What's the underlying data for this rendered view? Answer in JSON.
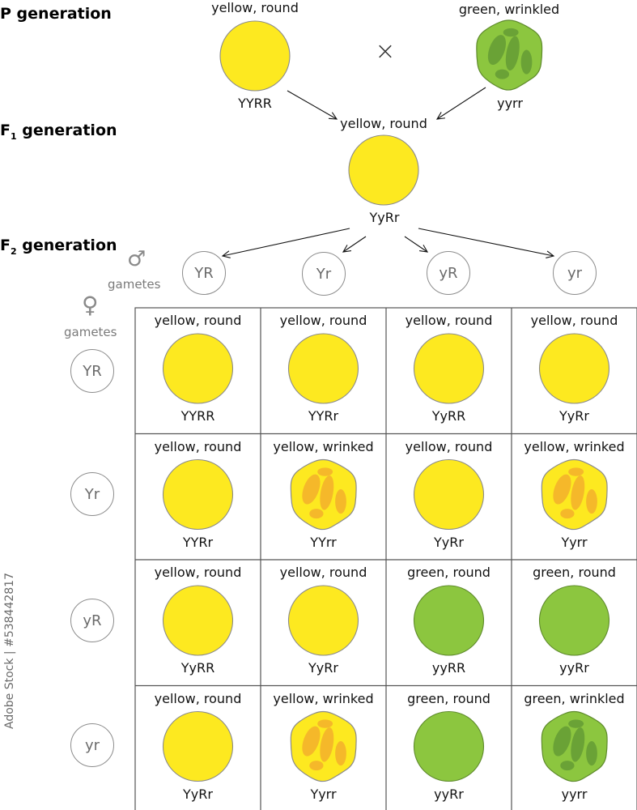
{
  "colors": {
    "yellow": "#fde920",
    "yellow_outline": "#8a8a8a",
    "green": "#8cc63f",
    "green_outline": "#5e8a2c",
    "wrinkled_yellow_spots": "#f5b82a",
    "wrinkled_green_spots": "#6aa236",
    "grid_line": "#555555",
    "gamete_circle": "#8c8c8c"
  },
  "generations": {
    "p": {
      "prefix": "P",
      "suffix": " generation"
    },
    "f1": {
      "prefix": "F",
      "sub": "1",
      "suffix": " generation"
    },
    "f2": {
      "prefix": "F",
      "sub": "2",
      "suffix": " generation"
    }
  },
  "parents": {
    "left": {
      "phenotype": "yellow, round",
      "genotype": "YYRR",
      "color": "yellow",
      "shape": "round"
    },
    "right": {
      "phenotype": "green, wrinkled",
      "genotype": "yyrr",
      "color": "green",
      "shape": "wrinkled"
    },
    "cross_symbol": "×"
  },
  "f1": {
    "phenotype": "yellow, round",
    "genotype": "YyRr",
    "color": "yellow",
    "shape": "round"
  },
  "gametes": {
    "male_symbol": "♂",
    "female_symbol": "♀",
    "male_caption": "gametes",
    "female_caption": "gametes",
    "male": [
      "YR",
      "Yr",
      "yR",
      "yr"
    ],
    "female": [
      "YR",
      "Yr",
      "yR",
      "yr"
    ]
  },
  "punnett": [
    [
      {
        "phenotype": "yellow, round",
        "genotype": "YYRR",
        "color": "yellow",
        "shape": "round"
      },
      {
        "phenotype": "yellow, round",
        "genotype": "YYRr",
        "color": "yellow",
        "shape": "round"
      },
      {
        "phenotype": "yellow, round",
        "genotype": "YyRR",
        "color": "yellow",
        "shape": "round"
      },
      {
        "phenotype": "yellow, round",
        "genotype": "YyRr",
        "color": "yellow",
        "shape": "round"
      }
    ],
    [
      {
        "phenotype": "yellow, round",
        "genotype": "YYRr",
        "color": "yellow",
        "shape": "round"
      },
      {
        "phenotype": "yellow, wrinked",
        "genotype": "YYrr",
        "color": "yellow",
        "shape": "wrinkled"
      },
      {
        "phenotype": "yellow, round",
        "genotype": "YyRr",
        "color": "yellow",
        "shape": "round"
      },
      {
        "phenotype": "yellow, wrinked",
        "genotype": "Yyrr",
        "color": "yellow",
        "shape": "wrinkled"
      }
    ],
    [
      {
        "phenotype": "yellow, round",
        "genotype": "YyRR",
        "color": "yellow",
        "shape": "round"
      },
      {
        "phenotype": "yellow, round",
        "genotype": "YyRr",
        "color": "yellow",
        "shape": "round"
      },
      {
        "phenotype": "green, round",
        "genotype": "yyRR",
        "color": "green",
        "shape": "round"
      },
      {
        "phenotype": "green, round",
        "genotype": "yyRr",
        "color": "green",
        "shape": "round"
      }
    ],
    [
      {
        "phenotype": "yellow, round",
        "genotype": "YyRr",
        "color": "yellow",
        "shape": "round"
      },
      {
        "phenotype": "yellow, wrinked",
        "genotype": "Yyrr",
        "color": "yellow",
        "shape": "wrinkled"
      },
      {
        "phenotype": "green, round",
        "genotype": "yyRr",
        "color": "green",
        "shape": "round"
      },
      {
        "phenotype": "green, wrinkled",
        "genotype": "yyrr",
        "color": "green",
        "shape": "wrinkled"
      }
    ]
  ],
  "watermark": "Adobe Stock | #538442817"
}
